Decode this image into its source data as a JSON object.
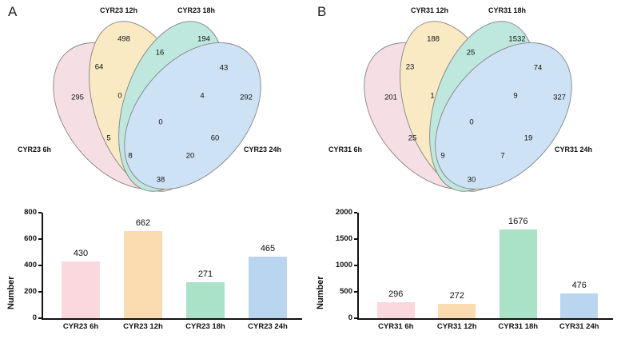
{
  "figure": {
    "panels": [
      {
        "letter": "A",
        "venn": {
          "set_labels": [
            "CYR23 6h",
            "CYR23 12h",
            "CYR23 18h",
            "CYR23 24h"
          ],
          "regions": [
            {
              "name": "6h-only",
              "value": "295"
            },
            {
              "name": "12h-only",
              "value": "498"
            },
            {
              "name": "18h-only",
              "value": "194"
            },
            {
              "name": "24h-only",
              "value": "292"
            },
            {
              "name": "6h-12h",
              "value": "64"
            },
            {
              "name": "12h-18h",
              "value": "16"
            },
            {
              "name": "18h-24h",
              "value": "43"
            },
            {
              "name": "6h-12h-18h",
              "value": "0"
            },
            {
              "name": "12h-18h-24h",
              "value": "4"
            },
            {
              "name": "6h-18h",
              "value": "5"
            },
            {
              "name": "12h-24h",
              "value": "60"
            },
            {
              "name": "all-four",
              "value": "0"
            },
            {
              "name": "6h-18h-24h",
              "value": "8"
            },
            {
              "name": "6h-12h-24h",
              "value": "20"
            },
            {
              "name": "6h-24h",
              "value": "38"
            }
          ]
        },
        "bar": {
          "chart_ref": 0
        }
      },
      {
        "letter": "B",
        "venn": {
          "set_labels": [
            "CYR31 6h",
            "CYR31 12h",
            "CYR31 18h",
            "CYR31 24h"
          ],
          "regions": [
            {
              "name": "6h-only",
              "value": "201"
            },
            {
              "name": "12h-only",
              "value": "188"
            },
            {
              "name": "18h-only",
              "value": "1532"
            },
            {
              "name": "24h-only",
              "value": "327"
            },
            {
              "name": "6h-12h",
              "value": "23"
            },
            {
              "name": "12h-18h",
              "value": "25"
            },
            {
              "name": "18h-24h",
              "value": "74"
            },
            {
              "name": "6h-12h-18h",
              "value": "1"
            },
            {
              "name": "12h-18h-24h",
              "value": "9"
            },
            {
              "name": "6h-18h",
              "value": "25"
            },
            {
              "name": "12h-24h",
              "value": "19"
            },
            {
              "name": "all-four",
              "value": "0"
            },
            {
              "name": "6h-18h-24h",
              "value": "9"
            },
            {
              "name": "6h-12h-24h",
              "value": "7"
            },
            {
              "name": "6h-24h",
              "value": "30"
            }
          ]
        },
        "bar": {
          "chart_ref": 1
        }
      }
    ]
  },
  "chart_data": [
    {
      "type": "bar",
      "title": "",
      "xlabel": "",
      "ylabel": "Number",
      "categories": [
        "CYR23 6h",
        "CYR23 12h",
        "CYR23 18h",
        "CYR23 24h"
      ],
      "values": [
        430,
        662,
        271,
        465
      ],
      "value_labels": [
        "430",
        "662",
        "271",
        "465"
      ],
      "ylim": [
        0,
        800
      ],
      "yticks": [
        0,
        200,
        400,
        600,
        800
      ],
      "ytick_labels": [
        "0",
        "200",
        "400",
        "600",
        "800"
      ],
      "grid": false,
      "legend": "none",
      "bar_colors": [
        "#fbd8dd",
        "#fbdcb0",
        "#a9e2c6",
        "#bad5f0"
      ]
    },
    {
      "type": "bar",
      "title": "",
      "xlabel": "",
      "ylabel": "Number",
      "categories": [
        "CYR31 6h",
        "CYR31 12h",
        "CYR31 18h",
        "CYR31 24h"
      ],
      "values": [
        296,
        272,
        1676,
        476
      ],
      "value_labels": [
        "296",
        "272",
        "1676",
        "476"
      ],
      "ylim": [
        0,
        2000
      ],
      "yticks": [
        0,
        500,
        1000,
        1500,
        2000
      ],
      "ytick_labels": [
        "0",
        "500",
        "1000",
        "1500",
        "2000"
      ],
      "grid": false,
      "legend": "none",
      "bar_colors": [
        "#fbd8dd",
        "#fbdcb0",
        "#a9e2c6",
        "#bad5f0"
      ]
    }
  ],
  "colors": {
    "set_6h": "#f3d2dc",
    "set_12h": "#f8e2ac",
    "set_18h": "#a6ded0",
    "set_24h": "#bcd8f2",
    "outline": "#555555",
    "axis": "#111111"
  }
}
